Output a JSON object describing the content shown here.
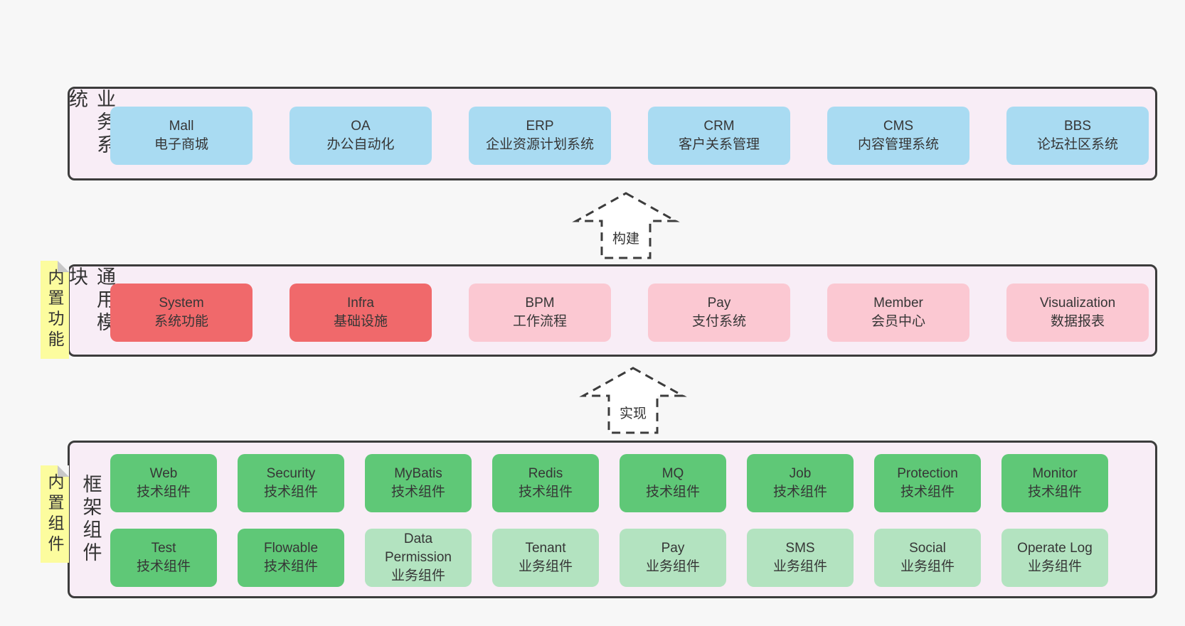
{
  "colors": {
    "pageBg": "#f7f7f7",
    "containerFill": "#f8edf6",
    "border": "#3c3c3c",
    "blue": "#a9dbf2",
    "red": "#f0696b",
    "pink": "#fbc8d2",
    "green": "#5fc877",
    "lightGreen": "#b3e3c0",
    "sticky": "#fcfc9e",
    "fold": "#c8c8c8",
    "text": "#363636",
    "arrowFill": "#ffffff"
  },
  "layers": [
    {
      "id": "business-systems",
      "label": "业务系统",
      "sticky": null,
      "rows": [
        [
          {
            "name": "Mall",
            "sub": "电子商城",
            "color": "blue"
          },
          {
            "name": "OA",
            "sub": "办公自动化",
            "color": "blue"
          },
          {
            "name": "ERP",
            "sub": "企业资源计划系统",
            "color": "blue"
          },
          {
            "name": "CRM",
            "sub": "客户关系管理",
            "color": "blue"
          },
          {
            "name": "CMS",
            "sub": "内容管理系统",
            "color": "blue"
          },
          {
            "name": "BBS",
            "sub": "论坛社区系统",
            "color": "blue"
          }
        ]
      ]
    },
    {
      "id": "common-modules",
      "label": "通用模块",
      "sticky": "内置功能",
      "rows": [
        [
          {
            "name": "System",
            "sub": "系统功能",
            "color": "red"
          },
          {
            "name": "Infra",
            "sub": "基础设施",
            "color": "red"
          },
          {
            "name": "BPM",
            "sub": "工作流程",
            "color": "pink"
          },
          {
            "name": "Pay",
            "sub": "支付系统",
            "color": "pink"
          },
          {
            "name": "Member",
            "sub": "会员中心",
            "color": "pink"
          },
          {
            "name": "Visualization",
            "sub": "数据报表",
            "color": "pink"
          }
        ]
      ]
    },
    {
      "id": "framework-components",
      "label": "框架组件",
      "sticky": "内置组件",
      "rows": [
        [
          {
            "name": "Web",
            "sub": "技术组件",
            "color": "green"
          },
          {
            "name": "Security",
            "sub": "技术组件",
            "color": "green"
          },
          {
            "name": "MyBatis",
            "sub": "技术组件",
            "color": "green"
          },
          {
            "name": "Redis",
            "sub": "技术组件",
            "color": "green"
          },
          {
            "name": "MQ",
            "sub": "技术组件",
            "color": "green"
          },
          {
            "name": "Job",
            "sub": "技术组件",
            "color": "green"
          },
          {
            "name": "Protection",
            "sub": "技术组件",
            "color": "green"
          },
          {
            "name": "Monitor",
            "sub": "技术组件",
            "color": "green"
          }
        ],
        [
          {
            "name": "Test",
            "sub": "技术组件",
            "color": "green"
          },
          {
            "name": "Flowable",
            "sub": "技术组件",
            "color": "green"
          },
          {
            "name": "Data Permission",
            "sub": "业务组件",
            "color": "lightGreen"
          },
          {
            "name": "Tenant",
            "sub": "业务组件",
            "color": "lightGreen"
          },
          {
            "name": "Pay",
            "sub": "业务组件",
            "color": "lightGreen"
          },
          {
            "name": "SMS",
            "sub": "业务组件",
            "color": "lightGreen"
          },
          {
            "name": "Social",
            "sub": "业务组件",
            "color": "lightGreen"
          },
          {
            "name": "Operate Log",
            "sub": "业务组件",
            "color": "lightGreen"
          }
        ]
      ]
    }
  ],
  "arrows": [
    {
      "label": "构建"
    },
    {
      "label": "实现"
    }
  ]
}
